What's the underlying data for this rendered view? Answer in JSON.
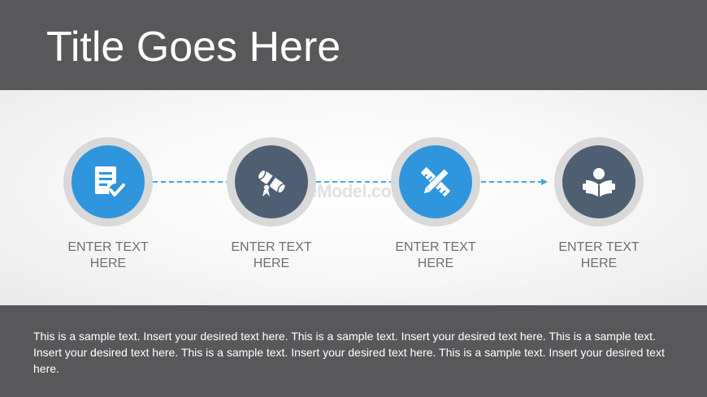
{
  "slide": {
    "title": "Title Goes Here",
    "watermark": "SlideModel.com",
    "body_text": "This is a sample text. Insert your desired text here. This is a sample text. Insert your desired text here. This is a sample text. Insert your desired text here. This is a sample text. Insert your desired text here. This is a sample text. Insert your desired text here."
  },
  "colors": {
    "header_bg": "#58585a",
    "accent_blue": "#2f95dd",
    "accent_slate": "#4f5f73",
    "ring_gray": "#d9d9da",
    "connector": "#3fa9e0"
  },
  "steps": [
    {
      "icon": "checklist-document-icon",
      "color": "blue",
      "line1": "ENTER TEXT",
      "line2": "HERE"
    },
    {
      "icon": "diploma-scroll-icon",
      "color": "slate",
      "line1": "ENTER TEXT",
      "line2": "HERE"
    },
    {
      "icon": "ruler-pencil-icon",
      "color": "blue",
      "line1": "ENTER TEXT",
      "line2": "HERE"
    },
    {
      "icon": "reader-book-icon",
      "color": "slate",
      "line1": "ENTER TEXT",
      "line2": "HERE"
    }
  ]
}
